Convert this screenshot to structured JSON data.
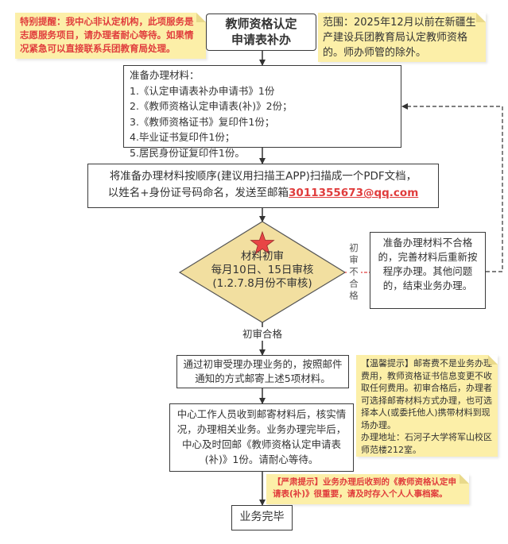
{
  "notes": {
    "special_reminder": "特别提醒：我中心非认定机构，此项服务是志愿服务项目，请办理者耐心等待。如果情况紧急可以直接联系兵团教育局处理。",
    "scope": "范围：2025年12月以前在新疆生产建设兵团教育局认定教师资格的。师办师管的除外。",
    "warm_tip": "【温馨提示】邮寄费不是业务办理费用，教师资格证书信息变更不收取任何费用。初审合格后，办理者可选择邮寄材料方式办理，也可选择本人(或委托他人)携带材料到现场办理。",
    "warm_tip_address": "办理地址：石河子大学将军山校区师范楼212室。",
    "serious_tip": "【严肃提示】业务办理后收到的《教师资格认定申请表(补)》很重要，请及时存入个人人事档案。"
  },
  "title": {
    "line1": "教师资格认定",
    "line2": "申请表补办"
  },
  "materials": {
    "heading": "准备办理材料：",
    "items": [
      "1.《认定申请表补办申请书》1份",
      "2.《教师资格认定申请表(补)》2份；",
      "3.《教师资格证书》复印件1份；",
      "4.毕业证书复印件1份；",
      "5.居民身份证复印件1份。"
    ]
  },
  "scan_step": {
    "line1": "将准备办理材料按顺序(建议用扫描王APP)扫描成一个PDF文档，",
    "line2_prefix": "以姓名+身份证号码命名，发送至邮箱",
    "email": "3011355673@qq.com"
  },
  "review": {
    "title": "材料初审",
    "schedule": "每月10日、15日审核",
    "exception": "(1.2.7.8月份不审核)",
    "fail_label": [
      "初",
      "审",
      "不",
      "合",
      "格"
    ],
    "pass_label": "初审合格"
  },
  "fail_box": {
    "text": "准备办理材料不合格的，完善材料后重新按程序办理。其他问题的，结束业务办理。"
  },
  "mail_step": {
    "text": "通过初审受理办理业务的，按照邮件通知的方式邮寄上述5项材料。"
  },
  "process_step": {
    "text": "中心工作人员收到邮寄材料后，核实情况，办理相关业务。业务办理完毕后，中心及时回邮《教师资格认定申请表(补)》1份。请耐心等待。"
  },
  "end": {
    "label": "业务完毕"
  },
  "colors": {
    "note_bg": "#fcefa8",
    "alert_red": "#e03c3c",
    "diamond_fill": "#f2dfa0",
    "star": "#e84545"
  }
}
